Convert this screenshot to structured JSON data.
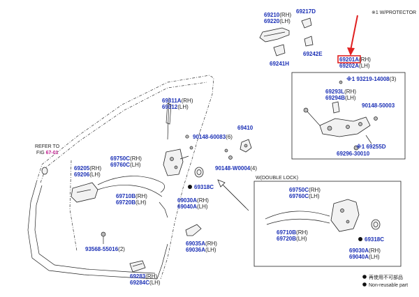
{
  "note_top": "※1 W/PROTECTOR",
  "door_lock_detail": {
    "double_lock_label": "W(DOUBLE LOCK)"
  },
  "refer": {
    "line1": "REFER TO",
    "line2_prefix": "FIG ",
    "fig": "67-01"
  },
  "legend": {
    "jp": "再使用不可部品",
    "en": "Non-reusable part"
  },
  "labels": {
    "p69210": "69210",
    "p69210_side": "(RH)",
    "p69220": "69220",
    "p69220_side": "(LH)",
    "p69217D": "69217D",
    "p69242E": "69242E",
    "p69241H": "69241H",
    "p69201A": "69201A",
    "p69201A_side": "(RH)",
    "p69202A": "69202A",
    "p69202A_side": "(LH)",
    "p93219": "※1 93219-14008",
    "p93219_side": "(3)",
    "p69293L": "69293L",
    "p69293L_side": "(RH)",
    "p69294B": "69294B",
    "p69294B_side": "(LH)",
    "p90148_50003": "90148-50003",
    "p69255D": "※1 69255D",
    "p69296": "69296-30010",
    "p69311A": "69311A",
    "p69311A_side": "(RH)",
    "p69312": "69312",
    "p69312_side": "(LH)",
    "p90148_60083": "90148-60083",
    "p90148_60083_side": "(6)",
    "p69410": "69410",
    "p90148_W0004": "90148-W0004",
    "p90148_W0004_side": "(4)",
    "p69205": "69205",
    "p69205_side": "(RH)",
    "p69206": "69206",
    "p69206_side": "(LH)",
    "p69750C": "69750C",
    "p69750C_side": "(RH)",
    "p69760C": "69760C",
    "p69760C_side": "(LH)",
    "p69710B": "69710B",
    "p69710B_side": "(RH)",
    "p69720B": "69720B",
    "p69720B_side": "(LH)",
    "p69318C": "69318C",
    "p69030A": "69030A",
    "p69030A_side": "(RH)",
    "p69040A": "69040A",
    "p69040A_side": "(LH)",
    "p93568": "93568-55016",
    "p93568_side": "(2)",
    "p69035A": "69035A",
    "p69035A_side": "(RH)",
    "p69036A": "69036A",
    "p69036A_side": "(LH)",
    "p69283": "69283",
    "p69283_side": "(RH)",
    "p69284C": "69284C",
    "p69284C_side": "(LH)",
    "d69750C": "69750C",
    "d69750C_side": "(RH)",
    "d69760C": "69760C",
    "d69760C_side": "(LH)",
    "d69710B": "69710B",
    "d69710B_side": "(RH)",
    "d69720B": "69720B",
    "d69720B_side": "(LH)",
    "d69318C": "69318C",
    "d69030A": "69030A",
    "d69030A_side": "(RH)",
    "d69040A": "69040A",
    "d69040A_side": "(LH)"
  },
  "colors": {
    "part_number": "#1a2fb5",
    "highlight": "#e02020",
    "fig_ref": "#c0208f"
  }
}
